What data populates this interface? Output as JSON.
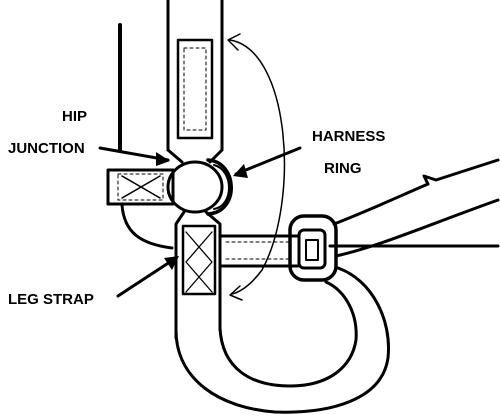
{
  "labels": {
    "hip_line1": "HIP",
    "hip_line2": "JUNCTION",
    "harness_line1": "HARNESS",
    "harness_line2": "RING",
    "leg_strap": "LEG STRAP"
  },
  "colors": {
    "ink": "#000000",
    "paper": "#ffffff"
  },
  "icons": [
    "arrow-head-icon"
  ]
}
